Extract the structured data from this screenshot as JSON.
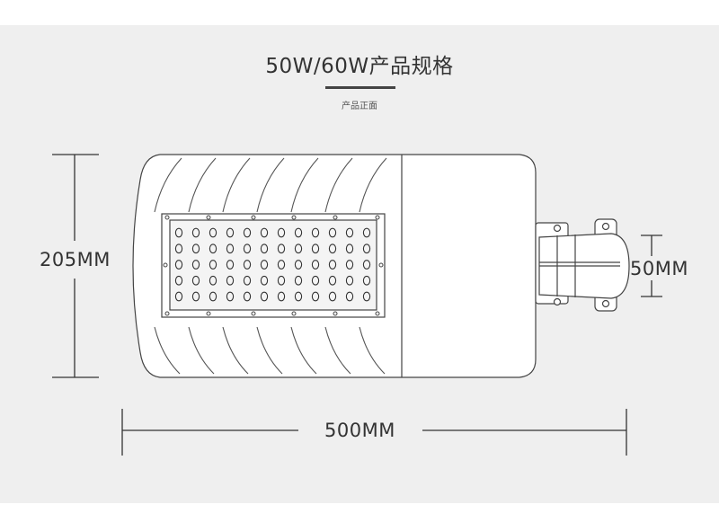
{
  "title": "50W/60W产品规格",
  "subtitle": "产品正面",
  "dimensions": {
    "height": "205MM",
    "width": "500MM",
    "arm": "50MM"
  },
  "led_grid": {
    "rows": 5,
    "cols": 12
  }
}
